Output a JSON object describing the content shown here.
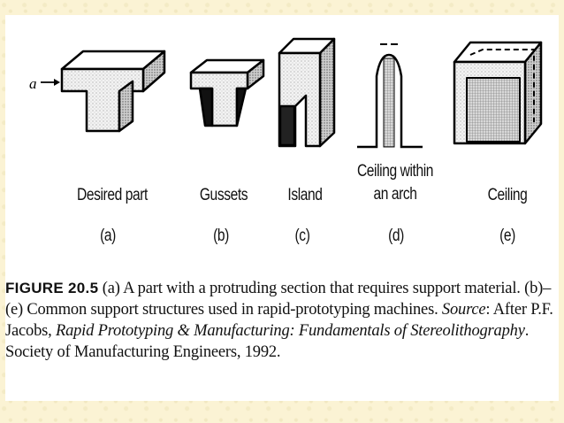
{
  "figure": {
    "arrow_label": "a",
    "parts": [
      {
        "name": "Desired part",
        "letter": "(a)"
      },
      {
        "name": "Gussets",
        "letter": "(b)"
      },
      {
        "name": "Island",
        "letter": "(c)"
      },
      {
        "name_line1": "Ceiling within",
        "name_line2": "an arch",
        "letter": "(d)"
      },
      {
        "name": "Ceiling",
        "letter": "(e)"
      }
    ]
  },
  "caption": {
    "figure_number": "FIGURE 20.5",
    "text_1": " (a) A part with a protruding section that requires support material. (b)–(e) Common support structures used in rapid-prototyping machines. ",
    "source_label": "Source",
    "text_2": ": After P.F. Jacobs, ",
    "book_title": "Rapid Prototyping & Manufacturing: Fundamentals of Stereolithography",
    "text_3": ". Society of Manufacturing Engineers, 1992."
  }
}
